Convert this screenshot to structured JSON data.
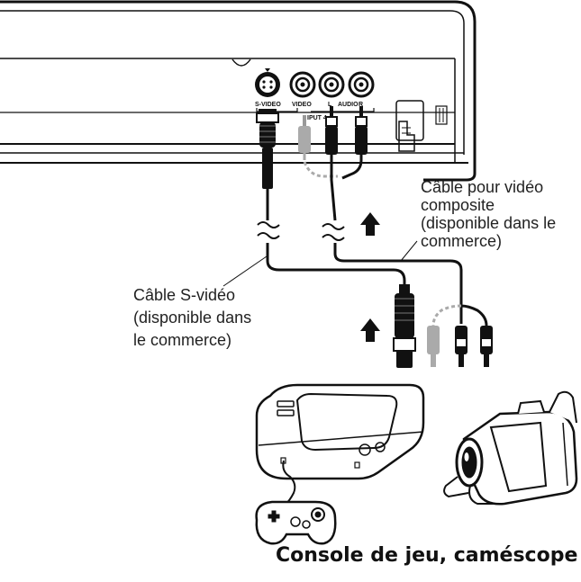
{
  "panel": {
    "svideo_label": "S-VIDEO",
    "video_label": "VIDEO",
    "audio_l": "L",
    "audio_text": "AUDIO",
    "audio_r": "R",
    "input_label": "IPUT 4"
  },
  "labels": {
    "composite_line1": "Câble pour vidéo",
    "composite_line2": "composite",
    "composite_line3": "(disponible dans le",
    "composite_line4": "commerce)",
    "svideo_line1": "Câble S-vidéo",
    "svideo_line2": "(disponible dans",
    "svideo_line3": "le commerce)"
  },
  "caption": "Console de jeu, caméscope",
  "icons": [
    "arrow-up-icon",
    "arrow-up-icon",
    "game-console",
    "gamepad",
    "camcorder"
  ]
}
